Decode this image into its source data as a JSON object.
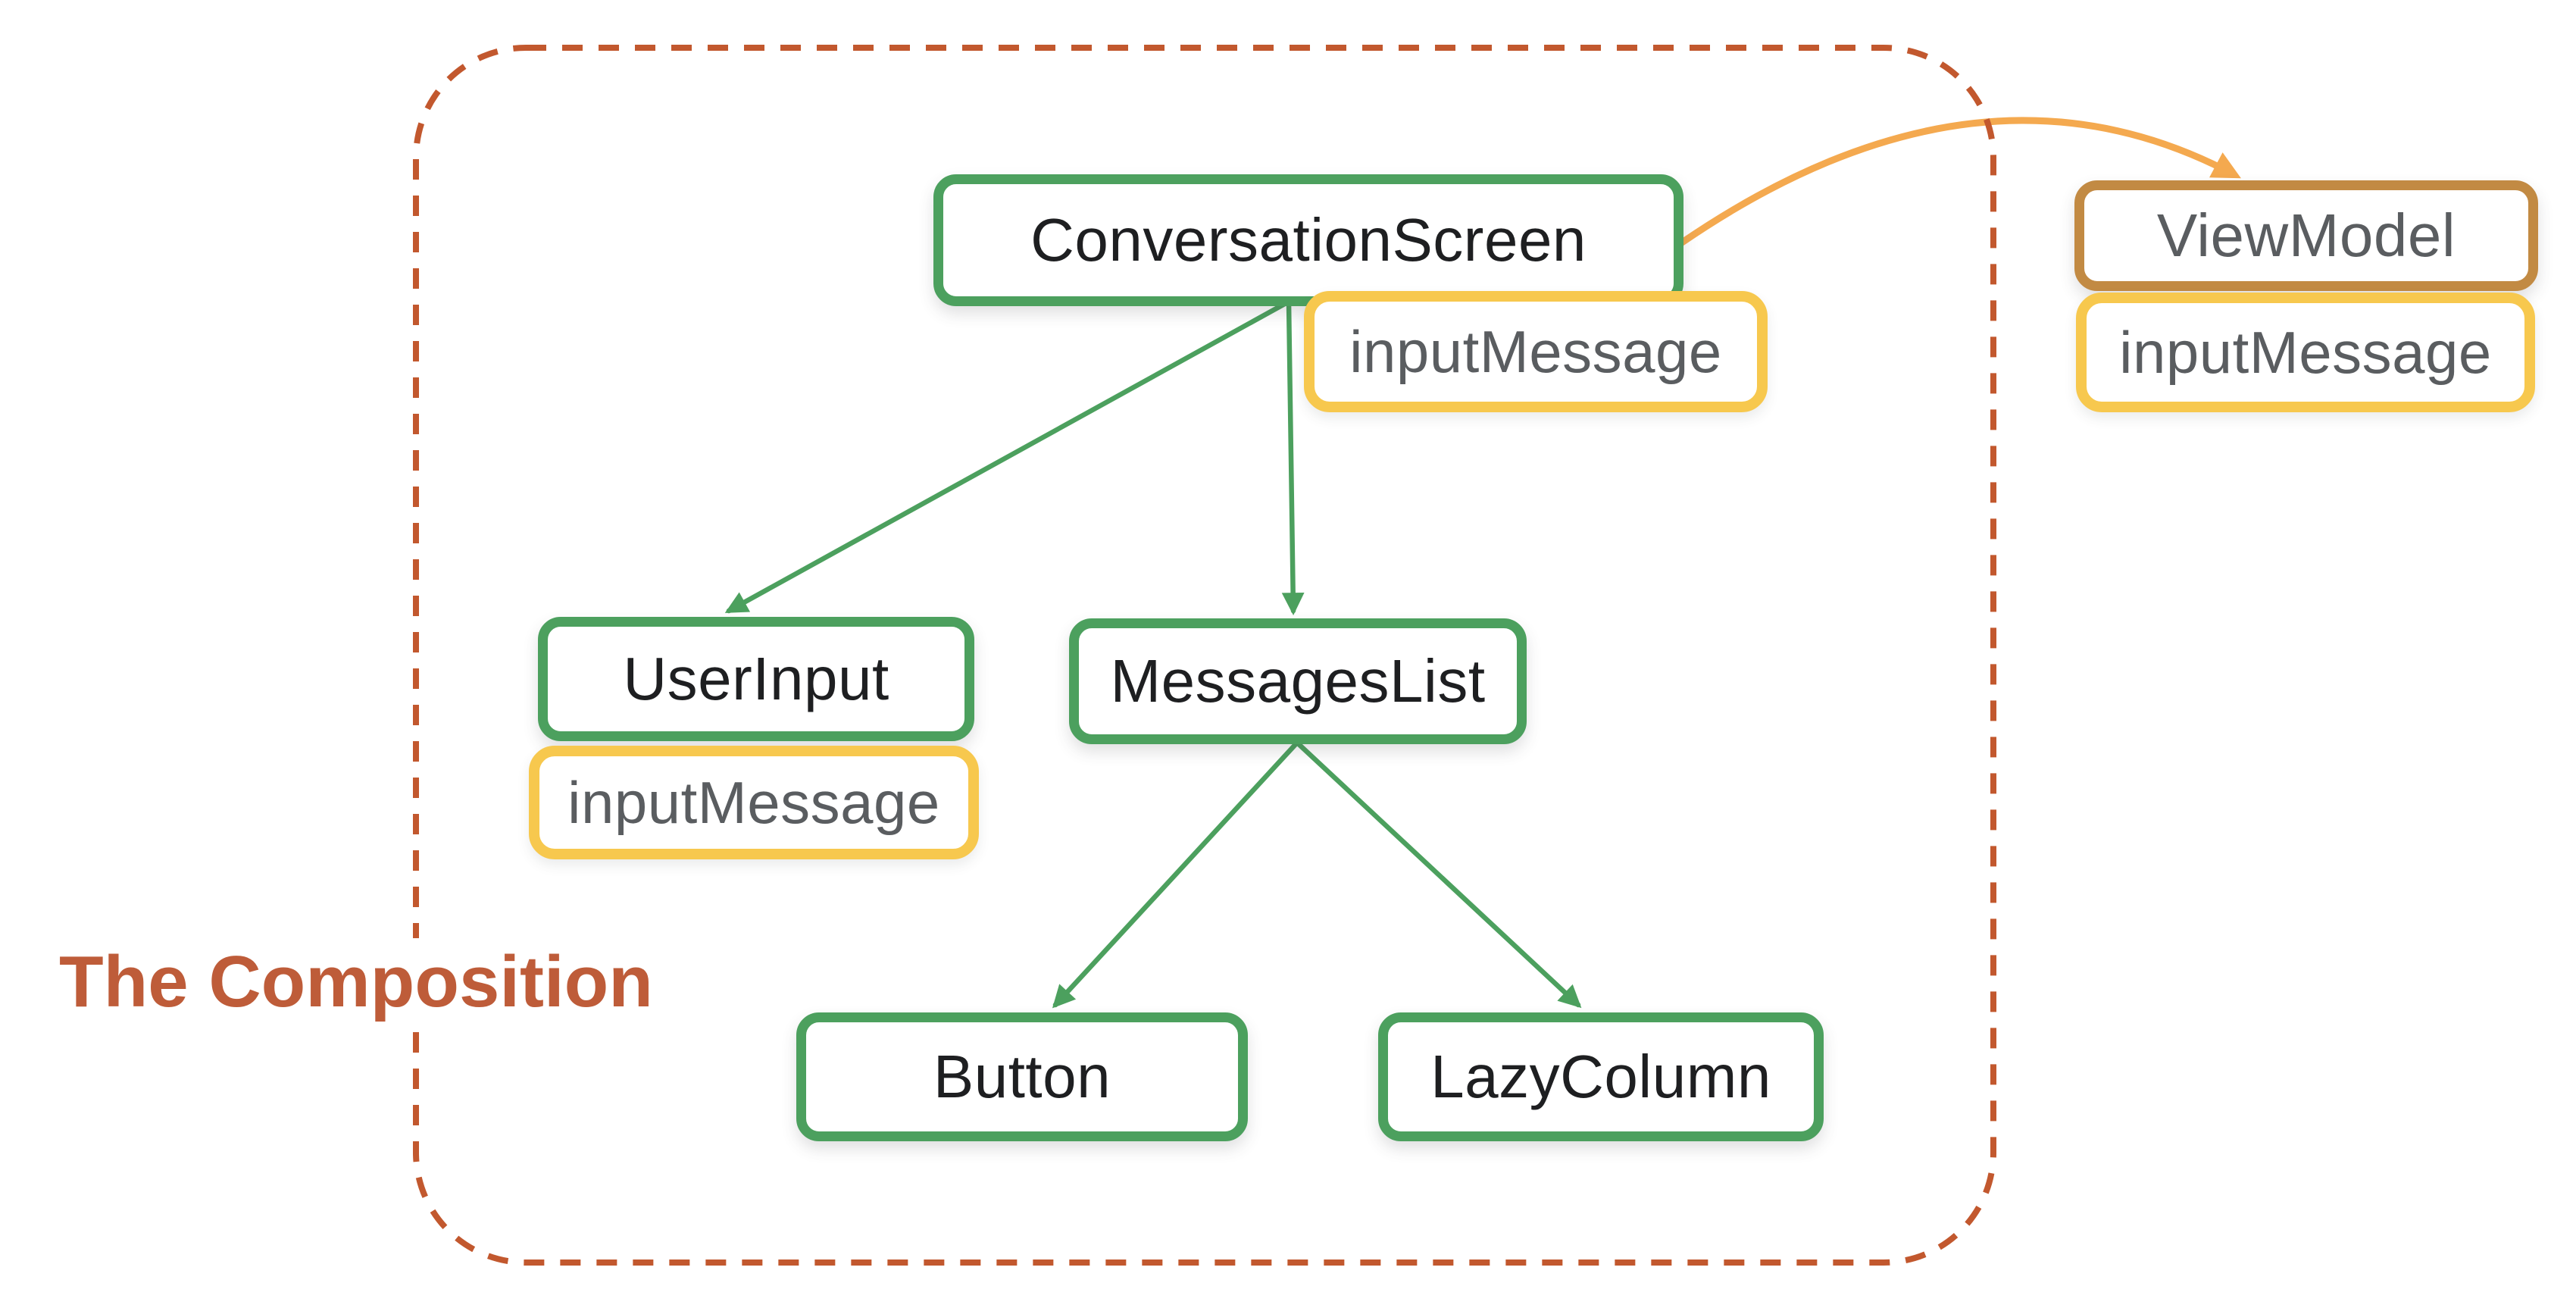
{
  "diagram": {
    "frame_label": "The Composition",
    "nodes": {
      "conversation_screen": {
        "label": "ConversationScreen"
      },
      "user_input": {
        "label": "UserInput"
      },
      "messages_list": {
        "label": "MessagesList"
      },
      "button": {
        "label": "Button"
      },
      "lazy_column": {
        "label": "LazyColumn"
      },
      "view_model": {
        "label": "ViewModel"
      }
    },
    "state_badges": {
      "conversation_screen": {
        "label": "inputMessage"
      },
      "user_input": {
        "label": "inputMessage"
      },
      "view_model": {
        "label": "inputMessage"
      }
    },
    "edges": [
      {
        "from": "ConversationScreen",
        "to": "UserInput",
        "style": "green-arrow"
      },
      {
        "from": "ConversationScreen",
        "to": "MessagesList",
        "style": "green-arrow"
      },
      {
        "from": "MessagesList",
        "to": "Button",
        "style": "green-arrow"
      },
      {
        "from": "MessagesList",
        "to": "LazyColumn",
        "style": "green-arrow"
      },
      {
        "from": "ConversationScreen",
        "to": "ViewModel",
        "style": "orange-curved-arrow"
      }
    ]
  },
  "colors": {
    "green": "#4CA05E",
    "yellow": "#F7C84E",
    "brown": "#C28A43",
    "orange": "#F4A94F",
    "rust": "#C2582E",
    "title-color": "#BE5C39",
    "gray": "#5A5D60",
    "ink": "#1E1F21",
    "node-fill": "#FFFFFF",
    "background": "#FFFFFF"
  }
}
